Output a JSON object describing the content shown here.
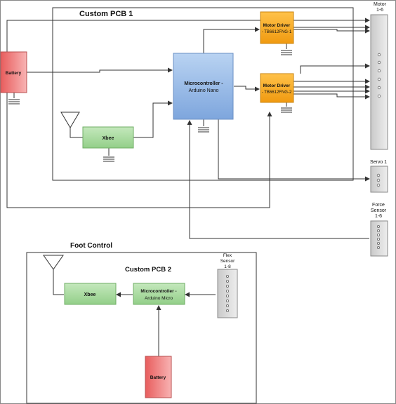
{
  "pcb1": {
    "title": "Custom PCB 1",
    "battery": "Battery",
    "mcu": {
      "line1": "Microcontroller -",
      "line2": "Arduino Nano"
    },
    "driver1": {
      "line1": "Motor Driver",
      "line2": "- TB6612FNG-1"
    },
    "driver2": {
      "line1": "Motor Driver",
      "line2": "- TB6612FNG-2"
    },
    "xbee": "Xbee"
  },
  "external": {
    "motor": {
      "line1": "Motor",
      "line2": "1-6"
    },
    "servo": "Servo 1",
    "force": {
      "line1": "Force",
      "line2": "Sensor",
      "line3": "1-6"
    }
  },
  "foot": {
    "title": "Foot Control",
    "pcb_title": "Custom PCB 2",
    "xbee": "Xbee",
    "mcu": {
      "line1": "Microcontroller -",
      "line2": "Arduino Micro"
    },
    "flex": {
      "line1": "Flex",
      "line2": "Sensor",
      "line3": "1-8"
    },
    "battery": "Battery"
  },
  "colors": {
    "orange": "#f5a623",
    "blue": "#9dbde6",
    "green": "#a8d8a0",
    "red": "#ee7b7b",
    "gray": "#d9d9d9"
  }
}
